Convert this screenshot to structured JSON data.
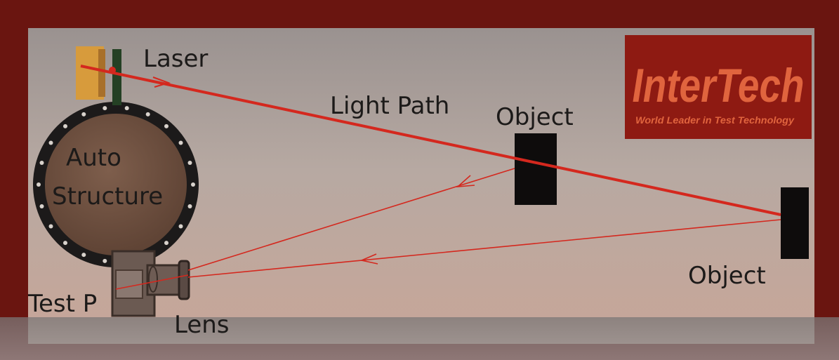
{
  "colors": {
    "frame": "#6a1510",
    "beam": "#d4281e",
    "logo_bg": "#8e1a12",
    "logo_text": "#e0643e",
    "object": "#0e0c0c",
    "structure": "#6e5140"
  },
  "labels": {
    "laser": "Laser",
    "light_path": "Light Path",
    "object_1": "Object",
    "object_2": "Object",
    "auto_structure_line1": "Auto",
    "auto_structure_line2": "Structure",
    "test_p": "Test P",
    "lens": "Lens"
  },
  "logo": {
    "brand": "InterTech",
    "tagline": "World Leader in Test Technology"
  }
}
